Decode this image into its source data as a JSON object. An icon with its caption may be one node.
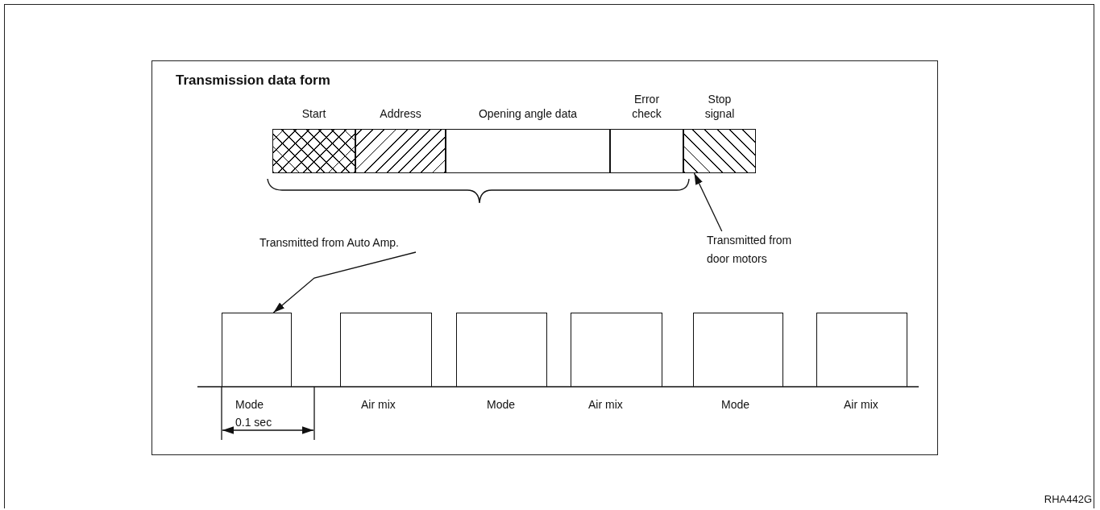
{
  "diagram": {
    "title": "Transmission data form",
    "nodes": [
      {
        "text": [
          "Start"
        ]
      },
      {
        "text": [
          "Address"
        ]
      },
      {
        "text": [
          "Opening angle data"
        ]
      },
      {
        "text": [
          "Error check"
        ]
      },
      {
        "text": [
          "Stop signal"
        ]
      },
      {
        "text": [
          "Transmitted from Auto Amp."
        ]
      },
      {
        "text": [
          "Transmitted from door motors"
        ]
      },
      {
        "text": [],
        "shape": "box",
        "beside": [
          "Mode"
        ]
      },
      {
        "text": [],
        "shape": "box",
        "beside": [
          "Air mix"
        ]
      },
      {
        "text": [],
        "shape": "box",
        "beside": [
          "Mode"
        ]
      },
      {
        "text": [],
        "shape": "box",
        "beside": [
          "Air mix"
        ]
      },
      {
        "text": [],
        "shape": "box",
        "beside": [
          "Mode"
        ]
      },
      {
        "text": [],
        "shape": "box",
        "beside": [
          "Air mix"
        ]
      }
    ],
    "edges": [
      {
        "from": 5,
        "to": 7,
        "arrow": "to"
      },
      {
        "from": 6,
        "to": 4,
        "arrow": "to"
      }
    ],
    "labels": [
      "0.1 sec",
      "RHA442G"
    ]
  }
}
